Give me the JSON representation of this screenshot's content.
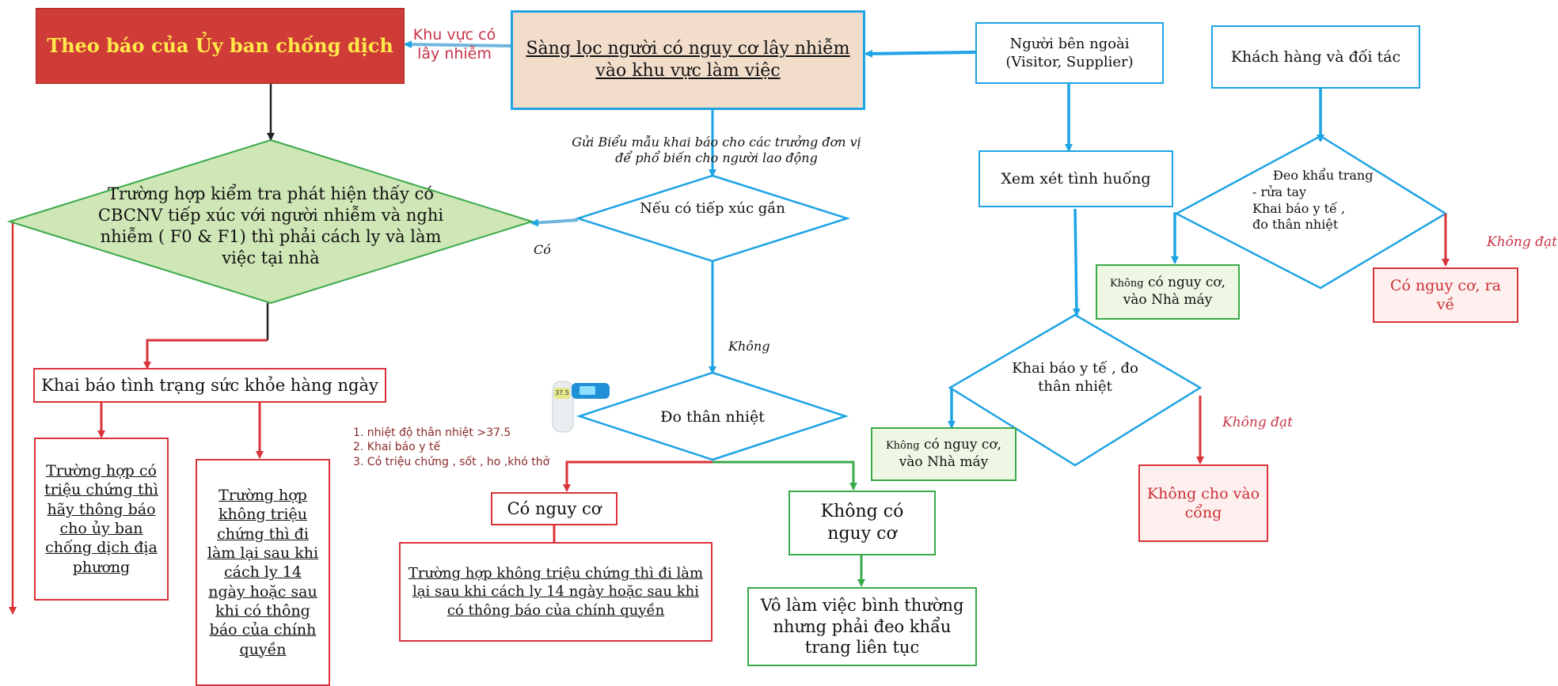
{
  "colors": {
    "blue": "#1ea3e4",
    "red": "#d9343a",
    "green": "#3aaa4a",
    "dark_red_fill": "#cf3b36",
    "yellow_text": "#ffe94a",
    "tan_fill": "#f2ddcb",
    "green_fill": "#cfe6b6",
    "pale_green_fill": "#eef7e4",
    "pale_red_fill": "#fdf0ef"
  },
  "nodes": {
    "committee": "Theo báo của Ủy ban chống dịch",
    "screening": "Sàng lọc người có nguy cơ lây nhiễm vào khu vực làm việc",
    "visitor": "Người bên ngoài (Visitor, Supplier)",
    "customer": "Khách hàng và đối tác",
    "review": "Xem xét tình huống",
    "contact_decision": "Nếu có tiếp xúc gần",
    "isolation_case": "Trường hợp kiểm tra phát hiện thấy có CBCNV tiếp xúc với người nhiễm và nghi nhiễm ( F0 & F1) thì phải cách ly và làm việc tại nhà",
    "temperature_check": "Đo thân nhiệt",
    "daily_health": "Khai báo tình trạng sức khỏe hàng ngày",
    "symptom_case": "Trường hợp có triệu chứng thì hãy thông báo cho ủy ban chống dịch địa phương",
    "no_symptom_case": "Trường hợp không triệu chứng thì đi làm lại sau khi cách ly 14 ngày hoặc sau khi có thông báo của chính quyền",
    "at_risk": "Có nguy cơ",
    "at_risk_followup": "Trường hợp không triệu chứng thì đi làm lại sau khi cách ly 14 ngày hoặc sau khi có thông báo của chính quyền",
    "no_risk": "Không có nguy cơ",
    "work_normally": "Vô làm việc bình thường nhưng phải đeo khẩu trang liên tục",
    "visitor_declaration": "Khai báo y tế , đo thân nhiệt",
    "visitor_no_risk_prefix": "Không",
    "visitor_no_risk_rest": "có nguy cơ, vào Nhà máy",
    "visitor_denied": "Không cho vào cổng",
    "customer_checks": [
      "Đeo khẩu trang",
      "- rửa tay",
      "Khai báo y tế ,",
      "đo thân nhiệt"
    ],
    "customer_no_risk_prefix": "Không",
    "customer_no_risk_rest": "có nguy cơ, vào Nhà máy",
    "customer_at_risk": "Có nguy cơ, ra về"
  },
  "labels": {
    "infected_area": "Khu vực có lây nhiễm",
    "send_form": "Gửi Biểu mẫu khai báo cho các trưởng đơn vị để phổ biến cho người lao động",
    "yes": "Có",
    "no": "Không",
    "not_passed_1": "Không đạt",
    "not_passed_2": "Không đạt"
  },
  "criteria": [
    "1. nhiệt độ thân nhiệt >37.5",
    "2. Khai báo y tế",
    "3. Có triệu chứng , sốt , ho ,khó thở"
  ],
  "thermometer_reading": "37.5"
}
